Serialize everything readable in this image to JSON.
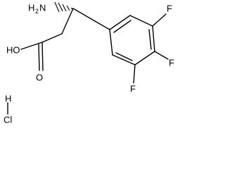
{
  "molecule": {
    "labels": {
      "amine": "H",
      "amine_sub": "2",
      "amine_n": "N",
      "acid_o": "HO",
      "carbonyl_o": "O",
      "fluorine_top": "F",
      "fluorine_para": "F",
      "fluorine_bottom": "F",
      "hcl_h": "H",
      "hcl_cl": "Cl"
    }
  }
}
